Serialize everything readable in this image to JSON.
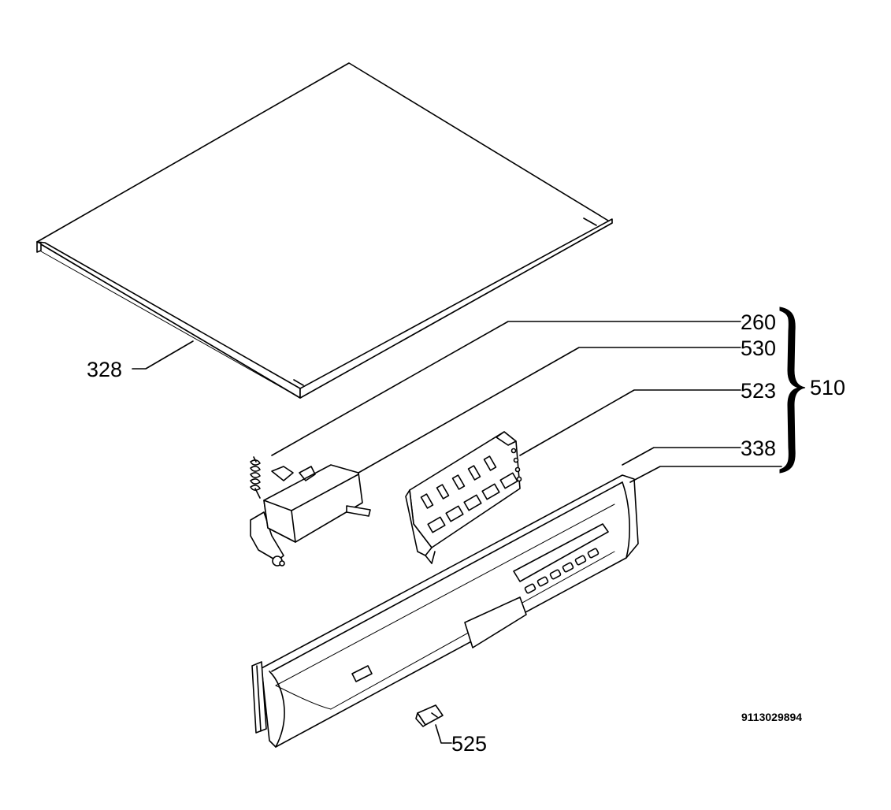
{
  "parts": [
    {
      "id": "part-328",
      "number": "328"
    },
    {
      "id": "part-260",
      "number": "260"
    },
    {
      "id": "part-530",
      "number": "530"
    },
    {
      "id": "part-523",
      "number": "523"
    },
    {
      "id": "part-338",
      "number": "338"
    },
    {
      "id": "part-510",
      "number": "510"
    },
    {
      "id": "part-525",
      "number": "525"
    }
  ],
  "diagram_code": "9113029894"
}
